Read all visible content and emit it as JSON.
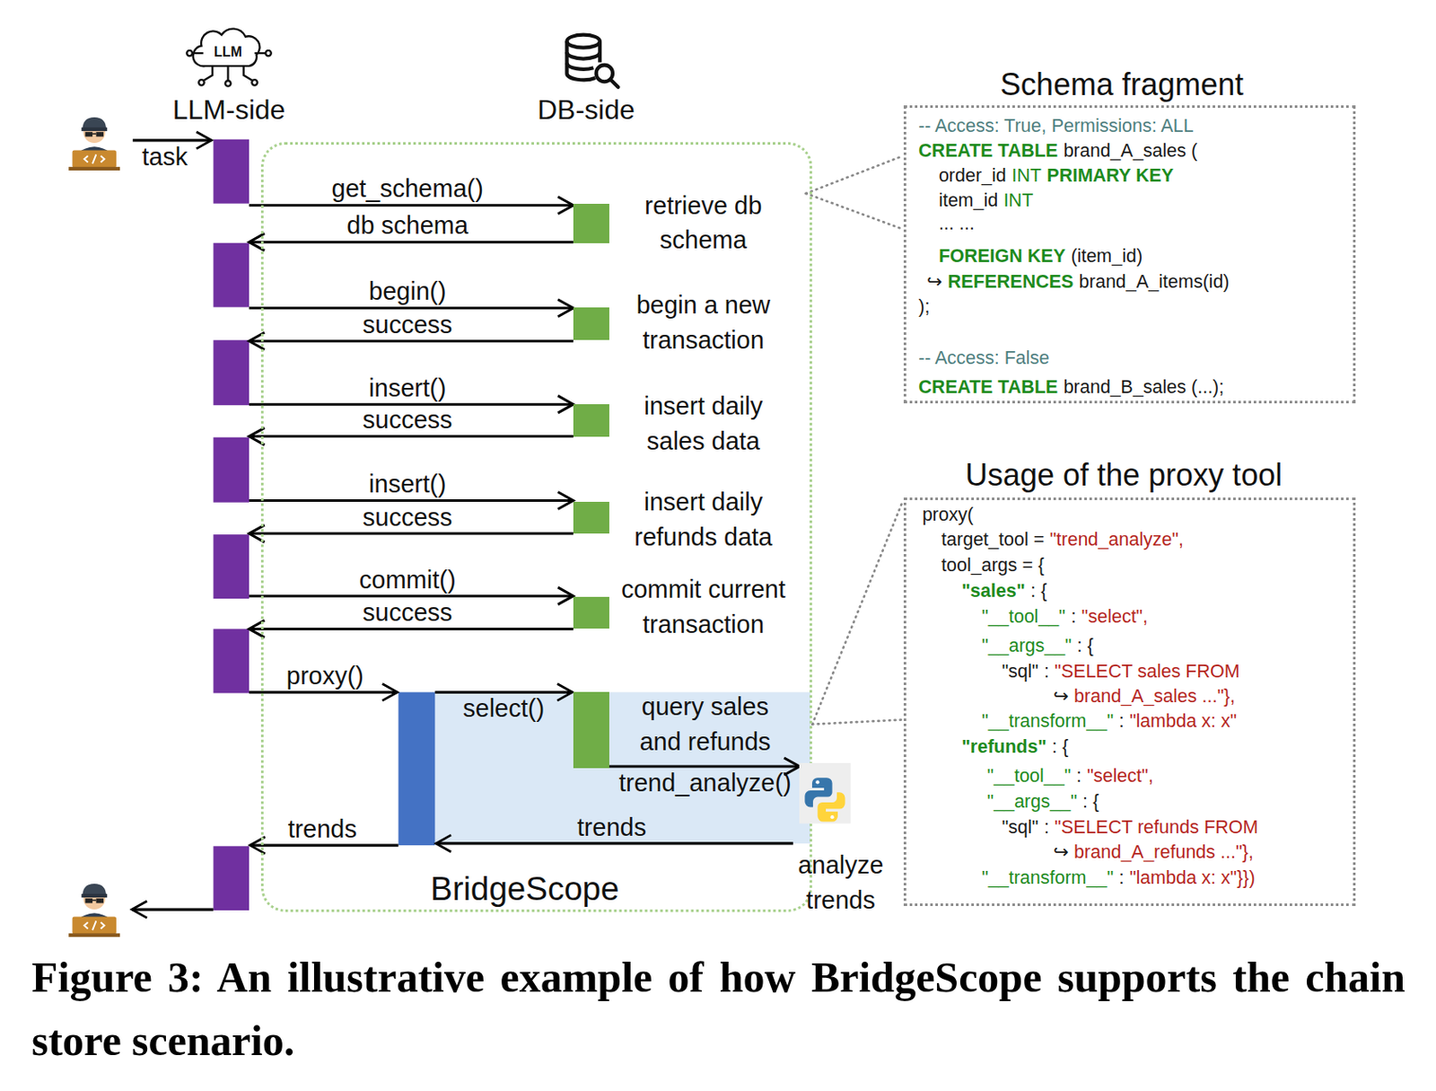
{
  "diagram": {
    "caption": "Figure 3: An illustrative example of how BridgeScope supports the chain store scenario.",
    "nodes": [
      {
        "text": [
          "LLM-side"
        ]
      },
      {
        "text": [
          "BridgeScope"
        ]
      },
      {
        "text": [
          "retrieve db schema"
        ],
        "in": 1
      },
      {
        "text": [
          "begin a new transaction"
        ],
        "in": 1
      },
      {
        "text": [
          "insert daily sales data"
        ],
        "in": 1
      },
      {
        "text": [
          "insert daily refunds data"
        ],
        "in": 1
      },
      {
        "text": [
          "commit current transaction"
        ],
        "in": 1
      },
      {
        "text": [
          "query sales and refunds"
        ],
        "in": 1
      },
      {
        "text": [
          "analyze trends"
        ]
      },
      {
        "text": [
          "Schema fragment",
          "-- Access: True, Permissions: ALL",
          "CREATE TABLE",
          "brand_A_sales (",
          "order_id",
          "INT",
          "PRIMARY KEY",
          "item_id",
          "INT",
          "... ...",
          "FOREIGN KEY",
          "(item_id)",
          "↪",
          "REFERENCES",
          "brand_A_items(id)",
          ");",
          "-- Access: False",
          "CREATE TABLE",
          "brand_B_sales (...);"
        ]
      },
      {
        "text": [
          "Usage of the proxy tool",
          "proxy(",
          "target_tool =",
          "\"trend_analyze\",",
          "tool_args = {",
          "\"sales\"",
          ": {",
          "\"__tool__\"",
          ":",
          "\"select\",",
          "\"__args__\"",
          ": {",
          "\"sql\"",
          ":",
          "\"SELECT sales FROM",
          "↪",
          "brand_A_sales ...\"},",
          "\"__transform__\"",
          ":",
          "\"lambda x: x\"",
          "\"refunds\"",
          ": {",
          "\"__tool__\"",
          ":",
          "\"select\",",
          "\"__args__\"",
          ": {",
          "\"sql\"",
          ":",
          "\"SELECT refunds FROM",
          "↪",
          "brand_A_refunds ...\"},",
          "\"__transform__\"",
          ":",
          "\"lambda x: x\"}})"
        ]
      }
    ],
    "edges": [
      {
        "from": 0,
        "to": 2,
        "arrow": "to",
        "label": "get_schema()"
      },
      {
        "from": 2,
        "to": 0,
        "arrow": "to",
        "label": "db schema"
      },
      {
        "from": 0,
        "to": 3,
        "arrow": "to",
        "label": "begin()"
      },
      {
        "from": 3,
        "to": 0,
        "arrow": "to",
        "label": "success"
      },
      {
        "from": 0,
        "to": 4,
        "arrow": "to",
        "label": "insert()"
      },
      {
        "from": 4,
        "to": 0,
        "arrow": "to",
        "label": "success"
      },
      {
        "from": 0,
        "to": 5,
        "arrow": "to",
        "label": "insert()"
      },
      {
        "from": 5,
        "to": 0,
        "arrow": "to",
        "label": "success"
      },
      {
        "from": 0,
        "to": 6,
        "arrow": "to",
        "label": "commit()"
      },
      {
        "from": 6,
        "to": 0,
        "arrow": "to",
        "label": "success"
      },
      {
        "from": 7,
        "to": 8,
        "arrow": "to",
        "label": "trend_analyze()"
      }
    ],
    "labels": [
      "LLM",
      "DB-side",
      "task",
      "proxy()",
      "select()",
      "trends",
      "trends"
    ]
  }
}
